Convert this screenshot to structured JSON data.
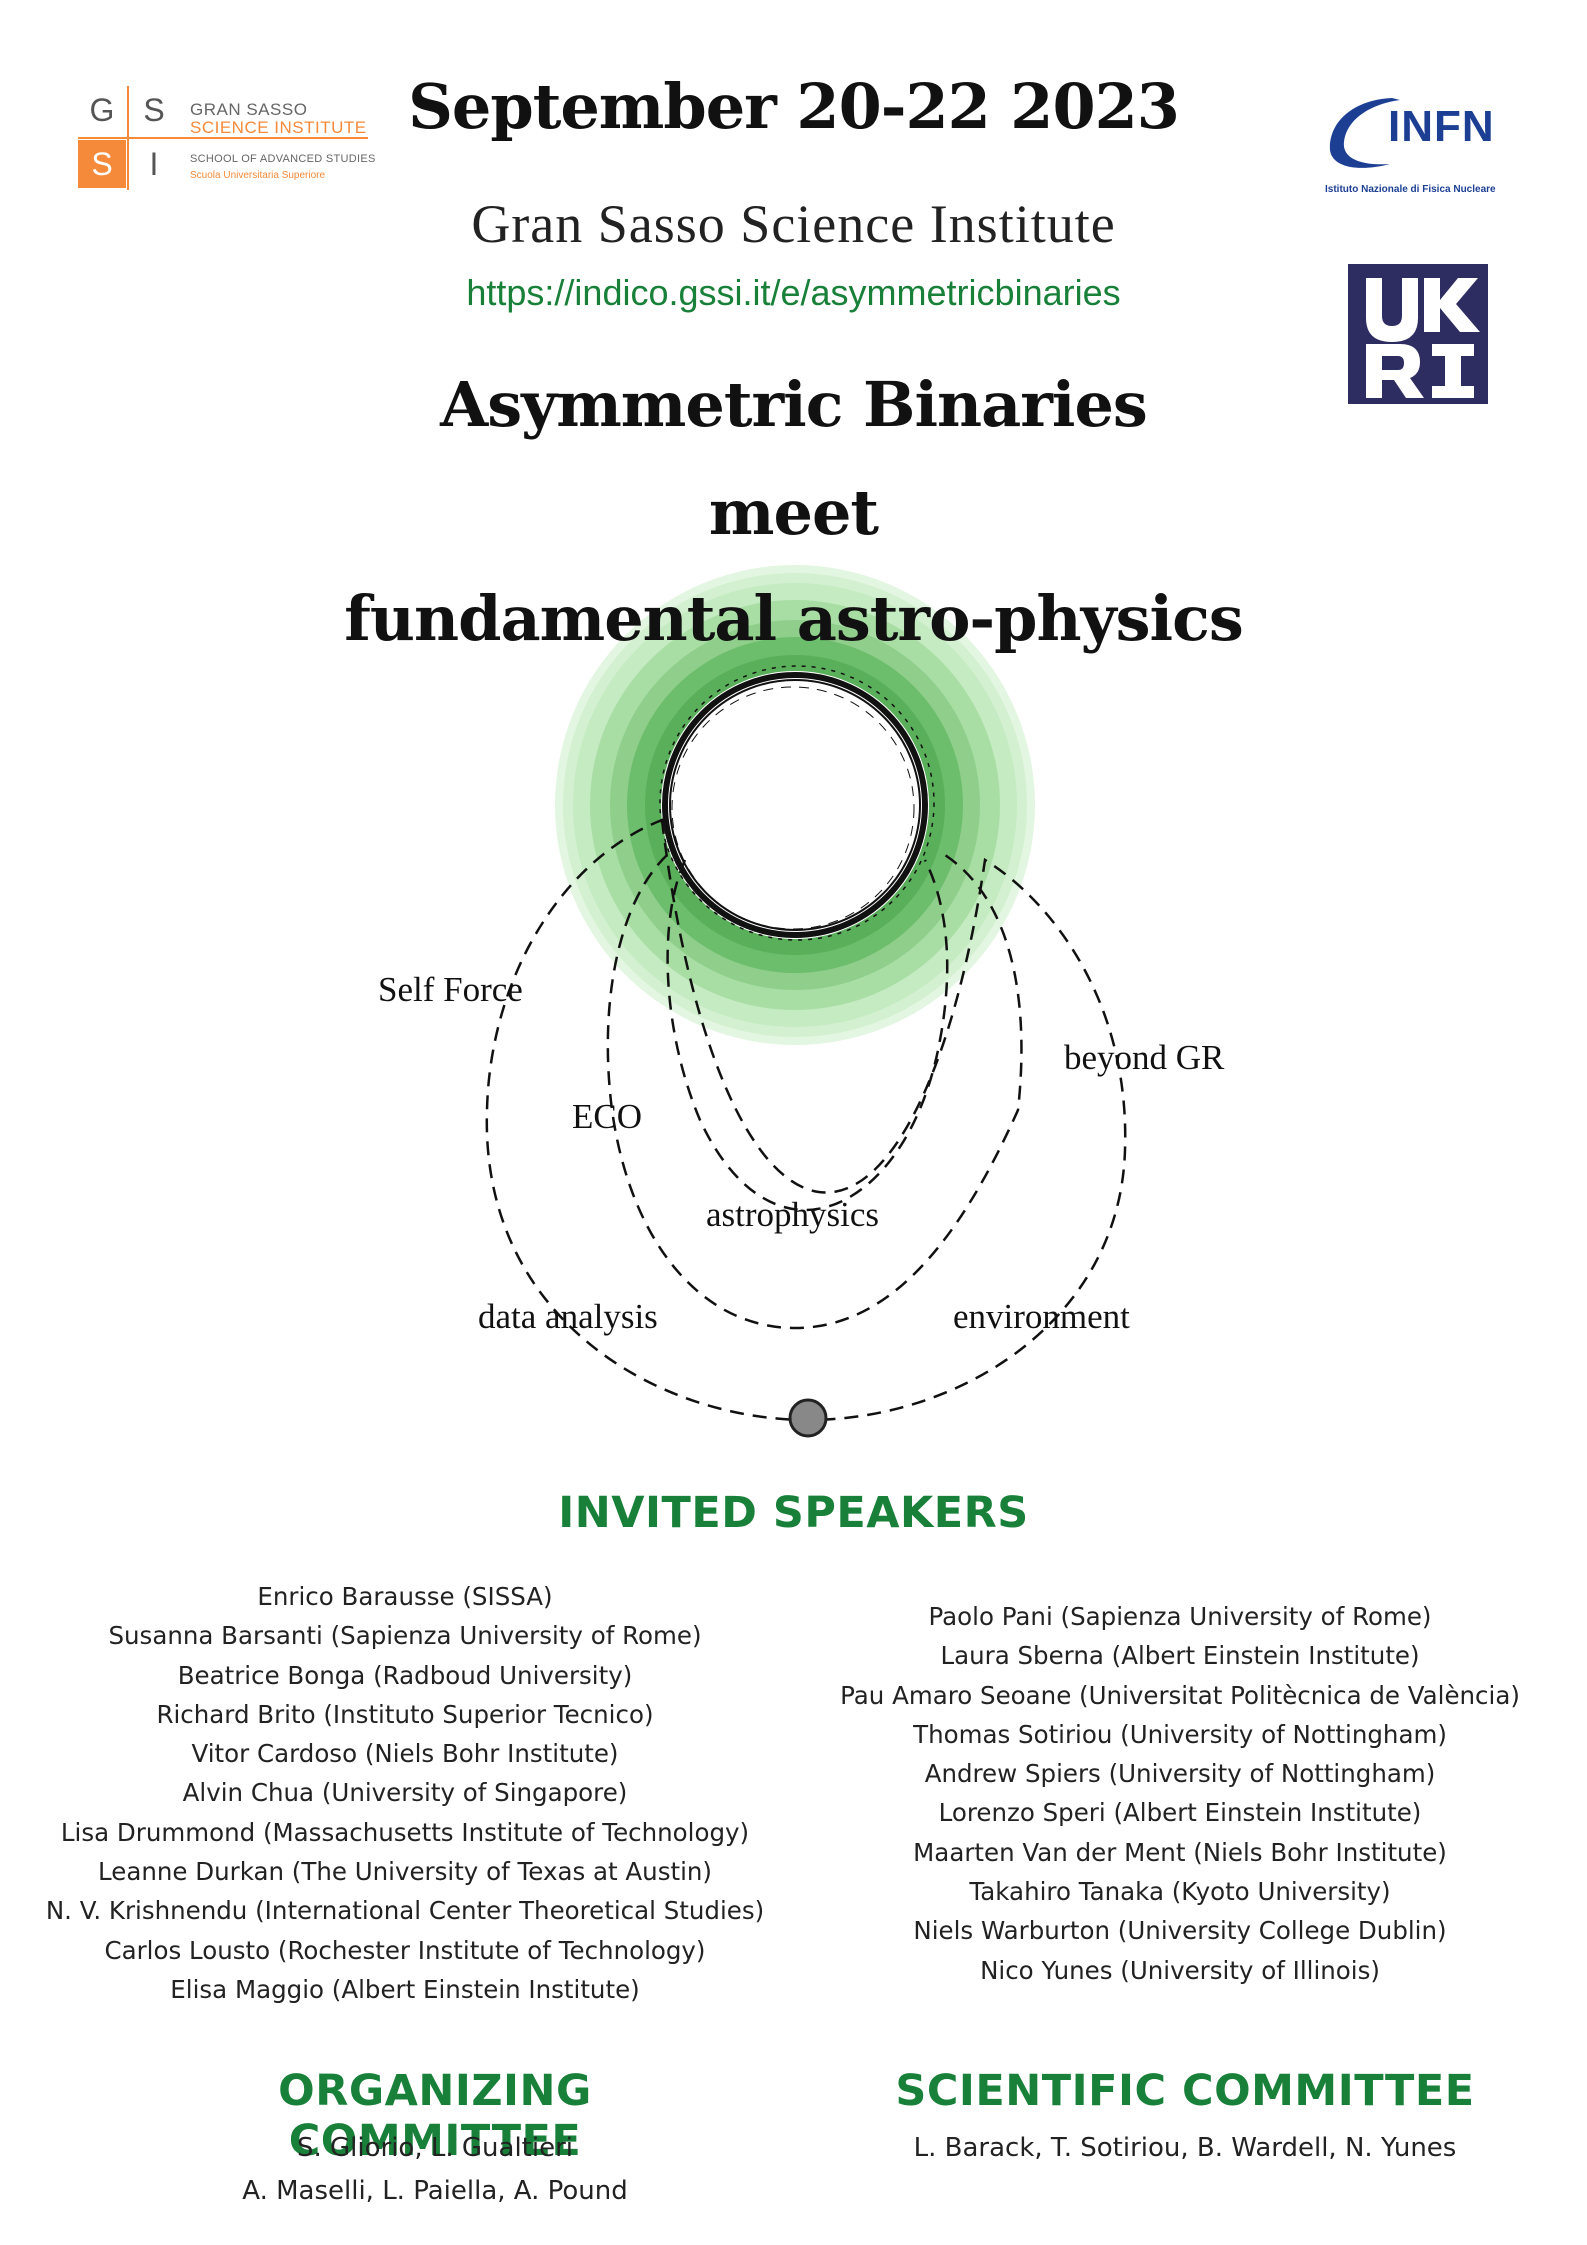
{
  "header": {
    "date": "September 20-22 2023",
    "institute": "Gran Sasso Science Institute",
    "url": "https://indico.gssi.it/e/asymmetricbinaries"
  },
  "logos": {
    "gssi": {
      "letters": [
        "G",
        "S",
        "S",
        "I"
      ],
      "name_line1": "GRAN SASSO",
      "name_line2": "SCIENCE INSTITUTE",
      "school": "SCHOOL OF ADVANCED STUDIES",
      "subtitle": "Scuola Universitaria Superiore"
    },
    "infn": {
      "text": "INFN",
      "subtitle": "Istituto Nazionale di Fisica Nucleare"
    },
    "ukri": {
      "text": "UKRI"
    }
  },
  "title": {
    "line1": "Asymmetric Binaries",
    "line2": "meet",
    "line3": "fundamental astro-physics"
  },
  "diagram": {
    "labels": {
      "self_force": "Self Force",
      "eco": "ECO",
      "beyond_gr": "beyond GR",
      "astrophysics": "astrophysics",
      "data_analysis": "data analysis",
      "environment": "environment"
    }
  },
  "speakers": {
    "heading": "INVITED SPEAKERS",
    "left": [
      "Enrico Barausse (SISSA)",
      "Susanna Barsanti (Sapienza University of Rome)",
      "Beatrice Bonga (Radboud University)",
      "Richard Brito (Instituto Superior Tecnico)",
      "Vitor Cardoso (Niels Bohr Institute)",
      "Alvin Chua (University of Singapore)",
      "Lisa Drummond (Massachusetts Institute of Technology)",
      "Leanne Durkan (The University of Texas at Austin)",
      "N. V. Krishnendu (International Center Theoretical Studies)",
      "Carlos Lousto (Rochester Institute of Technology)",
      "Elisa Maggio (Albert Einstein Institute)"
    ],
    "right": [
      "Paolo Pani (Sapienza University of Rome)",
      "Laura Sberna (Albert Einstein Institute)",
      "Pau Amaro Seoane (Universitat Politècnica de València)",
      "Thomas Sotiriou (University of Nottingham)",
      "Andrew Spiers (University of Nottingham)",
      "Lorenzo Speri (Albert Einstein Institute)",
      "Maarten Van der Ment (Niels Bohr Institute)",
      "Takahiro Tanaka (Kyoto University)",
      "Niels Warburton (University College Dublin)",
      "Nico Yunes (University of Illinois)"
    ]
  },
  "committees": {
    "organizing": {
      "heading": "ORGANIZING COMMITTEE",
      "line1": "S. Gliorio, L. Gualtieri",
      "line2": "A. Maselli, L. Paiella, A. Pound"
    },
    "scientific": {
      "heading": "SCIENTIFIC COMMITTEE",
      "line1": "L. Barack, T. Sotiriou, B. Wardell, N. Yunes"
    }
  },
  "colors": {
    "accent_green": "#188038",
    "gssi_orange": "#f58a3a",
    "infn_blue": "#1c3f94",
    "ukri_navy": "#2e2d62"
  }
}
